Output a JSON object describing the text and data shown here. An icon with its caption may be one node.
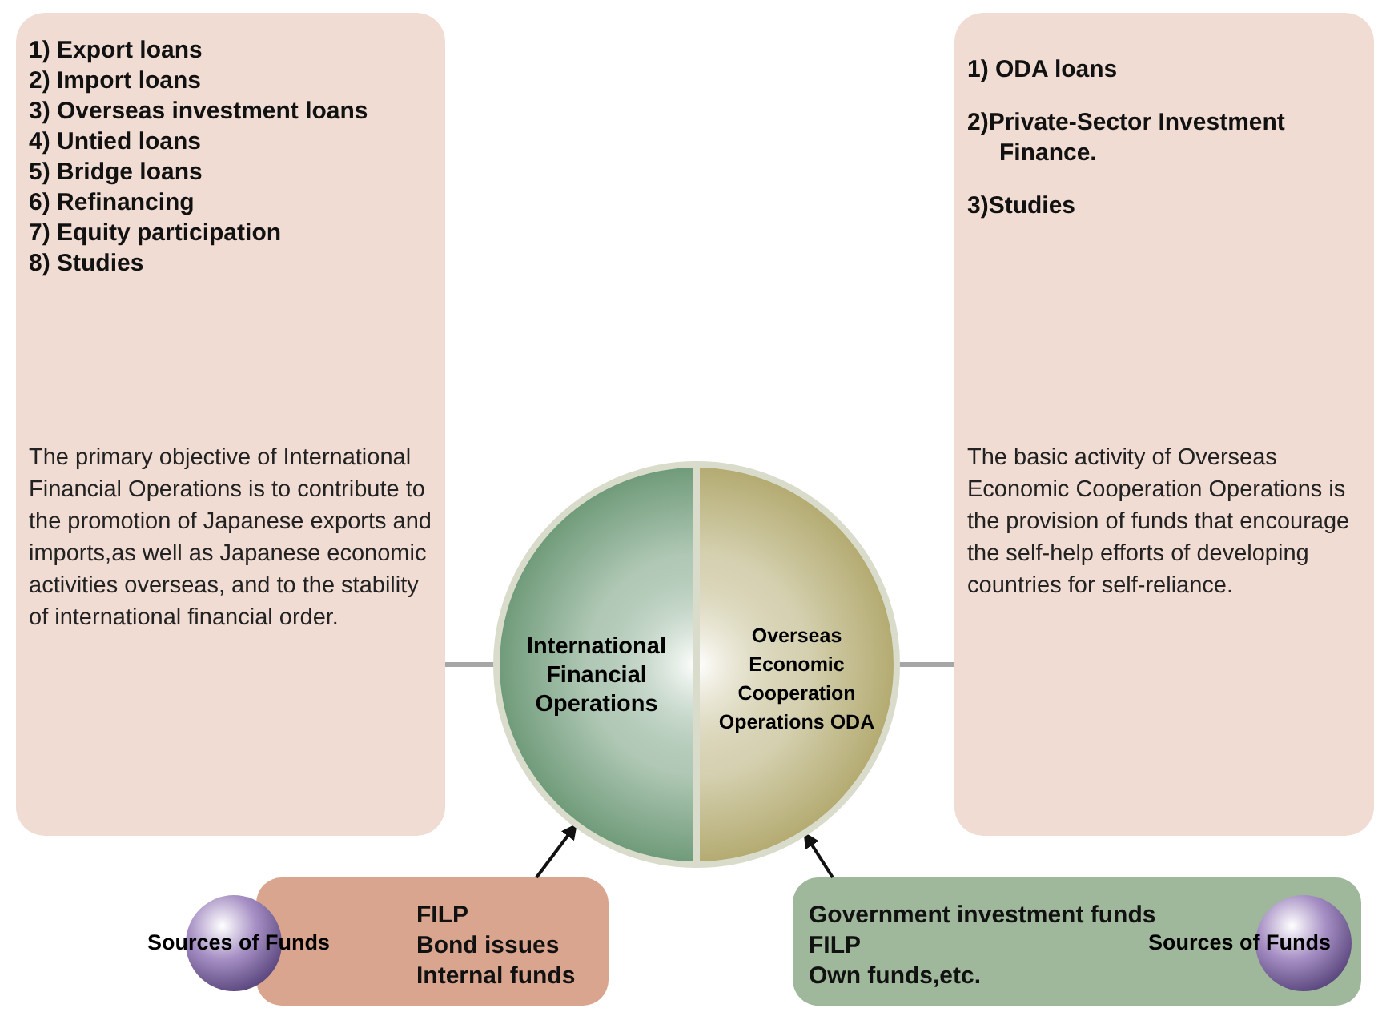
{
  "diagram": {
    "nodes": [
      {
        "text": [
          "1) Export loans",
          "2) Import loans",
          "3) Overseas investment loans",
          "4) Untied loans",
          "5) Bridge loans",
          "6) Refinancing",
          "7) Equity participation",
          "8) Studies",
          "The primary objective of International Financial Operations is to contribute to the promotion of Japanese exports and imports,as well as Japanese economic activities overseas, and to the stability of international financial order."
        ]
      },
      {
        "text": [
          "1) ODA loans",
          "2)Private-Sector Investment Finance.",
          "3)Studies",
          "The basic activity of Overseas Economic Cooperation Operations is the provision of funds that encourage the self-help efforts of developing countries for self-reliance."
        ]
      },
      {
        "text": [
          "International Financial Operations"
        ]
      },
      {
        "text": [
          "Overseas Economic Cooperation Operations ODA"
        ]
      },
      {
        "text": [
          "FILP",
          "Bond issues",
          "Internal funds"
        ]
      },
      {
        "text": [
          "Sources of Funds"
        ]
      },
      {
        "text": [
          "Government investment funds",
          "FILP",
          "Own funds,etc."
        ]
      },
      {
        "text": [
          "Sources of Funds"
        ],
        "in": 6
      }
    ],
    "edges": [
      {
        "from": 0,
        "to": 2,
        "arrow": "none",
        "color": "#a6a6a6"
      },
      {
        "from": 1,
        "to": 3,
        "arrow": "none",
        "color": "#a6a6a6"
      },
      {
        "from": 4,
        "to": 2,
        "arrow": "to",
        "color": "#111111"
      },
      {
        "from": 6,
        "to": 3,
        "arrow": "to",
        "color": "#111111"
      }
    ]
  }
}
